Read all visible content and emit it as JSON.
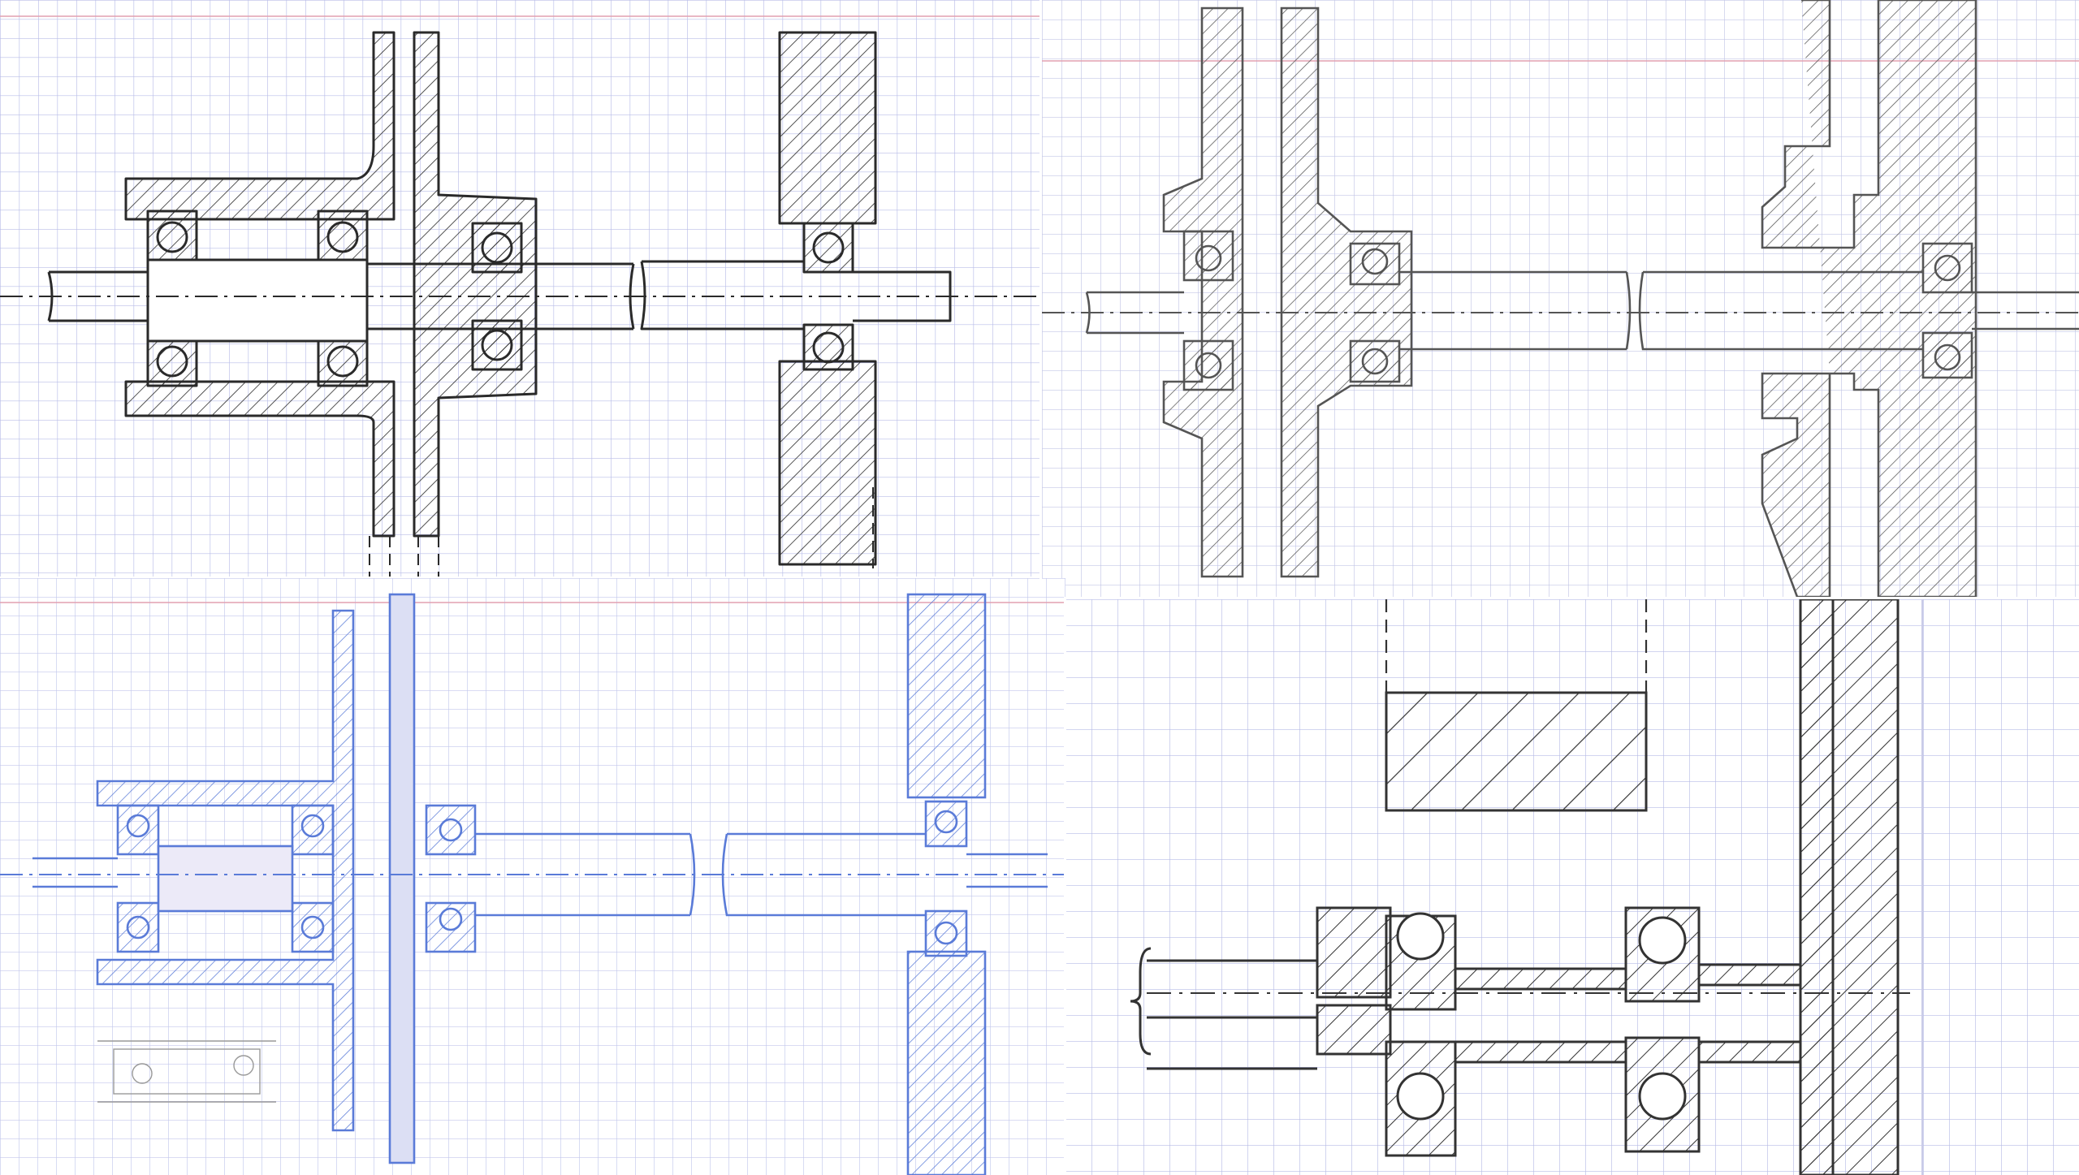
{
  "panels": [
    {
      "id": "top-left",
      "ink": "#2a2a2a",
      "grid": "#b9bde8"
    },
    {
      "id": "top-right",
      "ink": "#555555",
      "grid": "#c3c6e6"
    },
    {
      "id": "bottom-left",
      "ink": "#5a7bd8",
      "grid": "#c3c8ec"
    },
    {
      "id": "bottom-right",
      "ink": "#333333",
      "grid": "#b8bce6"
    }
  ],
  "colors": {
    "paper": "#ffffff",
    "margin_line": "#e2a0b0",
    "hatch_black": "#2a2a2a",
    "hatch_blue": "#5a7bd8",
    "pencil": "#999999"
  }
}
